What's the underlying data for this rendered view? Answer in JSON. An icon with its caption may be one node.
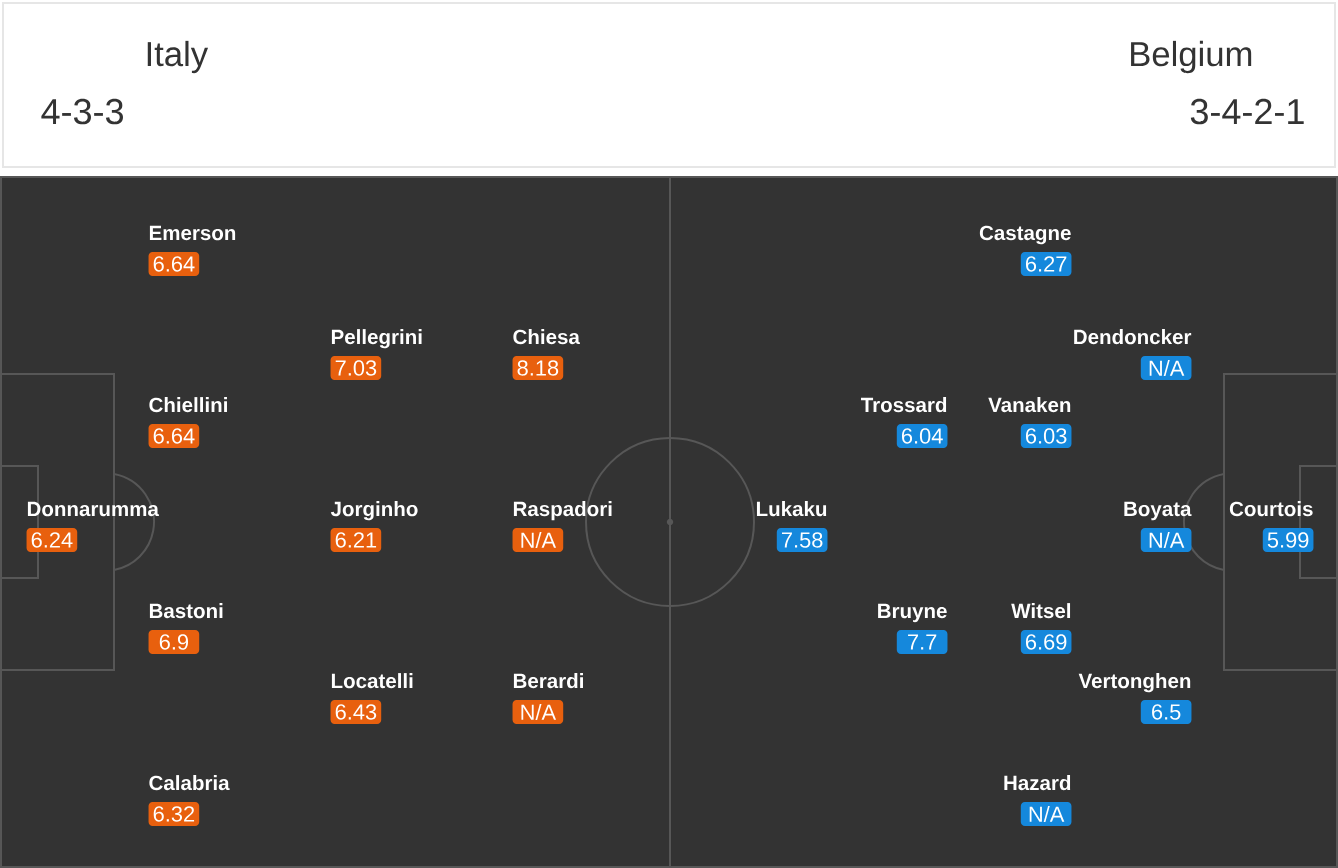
{
  "diagram": {
    "nodes": [
      {
        "text": [
          "Italy",
          "4-3-3",
          "Belgium",
          "3-4-2-1"
        ]
      },
      {
        "text": [
          "Emerson",
          "6.64"
        ]
      },
      {
        "text": [
          "Castagne",
          "6.27"
        ]
      },
      {
        "text": [
          "Pellegrini",
          "7.03"
        ]
      },
      {
        "text": [
          "Chiesa",
          "8.18"
        ]
      },
      {
        "text": [
          "Dendoncker",
          "N/A"
        ]
      },
      {
        "text": [
          "Chiellini",
          "6.64"
        ]
      },
      {
        "text": [
          "Trossard",
          "6.04"
        ]
      },
      {
        "text": [
          "Vanaken",
          "6.03"
        ]
      },
      {
        "text": [
          "Donnarumma",
          "6.24"
        ]
      },
      {
        "text": [
          "Jorginho",
          "6.21"
        ]
      },
      {
        "text": [
          "Raspadori",
          "N/A"
        ]
      },
      {
        "text": [
          "Lukaku",
          "7.58"
        ]
      },
      {
        "text": [
          "Boyata",
          "N/A"
        ]
      },
      {
        "text": [
          "Courtois",
          "5.99"
        ]
      },
      {
        "text": [
          "Bastoni",
          "6.9"
        ]
      },
      {
        "text": [
          "Bruyne",
          "7.7"
        ]
      },
      {
        "text": [
          "Witsel",
          "6.69"
        ]
      },
      {
        "text": [
          "Locatelli",
          "6.43"
        ]
      },
      {
        "text": [
          "Berardi",
          "N/A"
        ]
      },
      {
        "text": [
          "Vertonghen",
          "6.5"
        ]
      },
      {
        "text": [
          "Calabria",
          "6.32"
        ]
      },
      {
        "text": [
          "Hazard",
          "N/A"
        ]
      }
    ]
  }
}
